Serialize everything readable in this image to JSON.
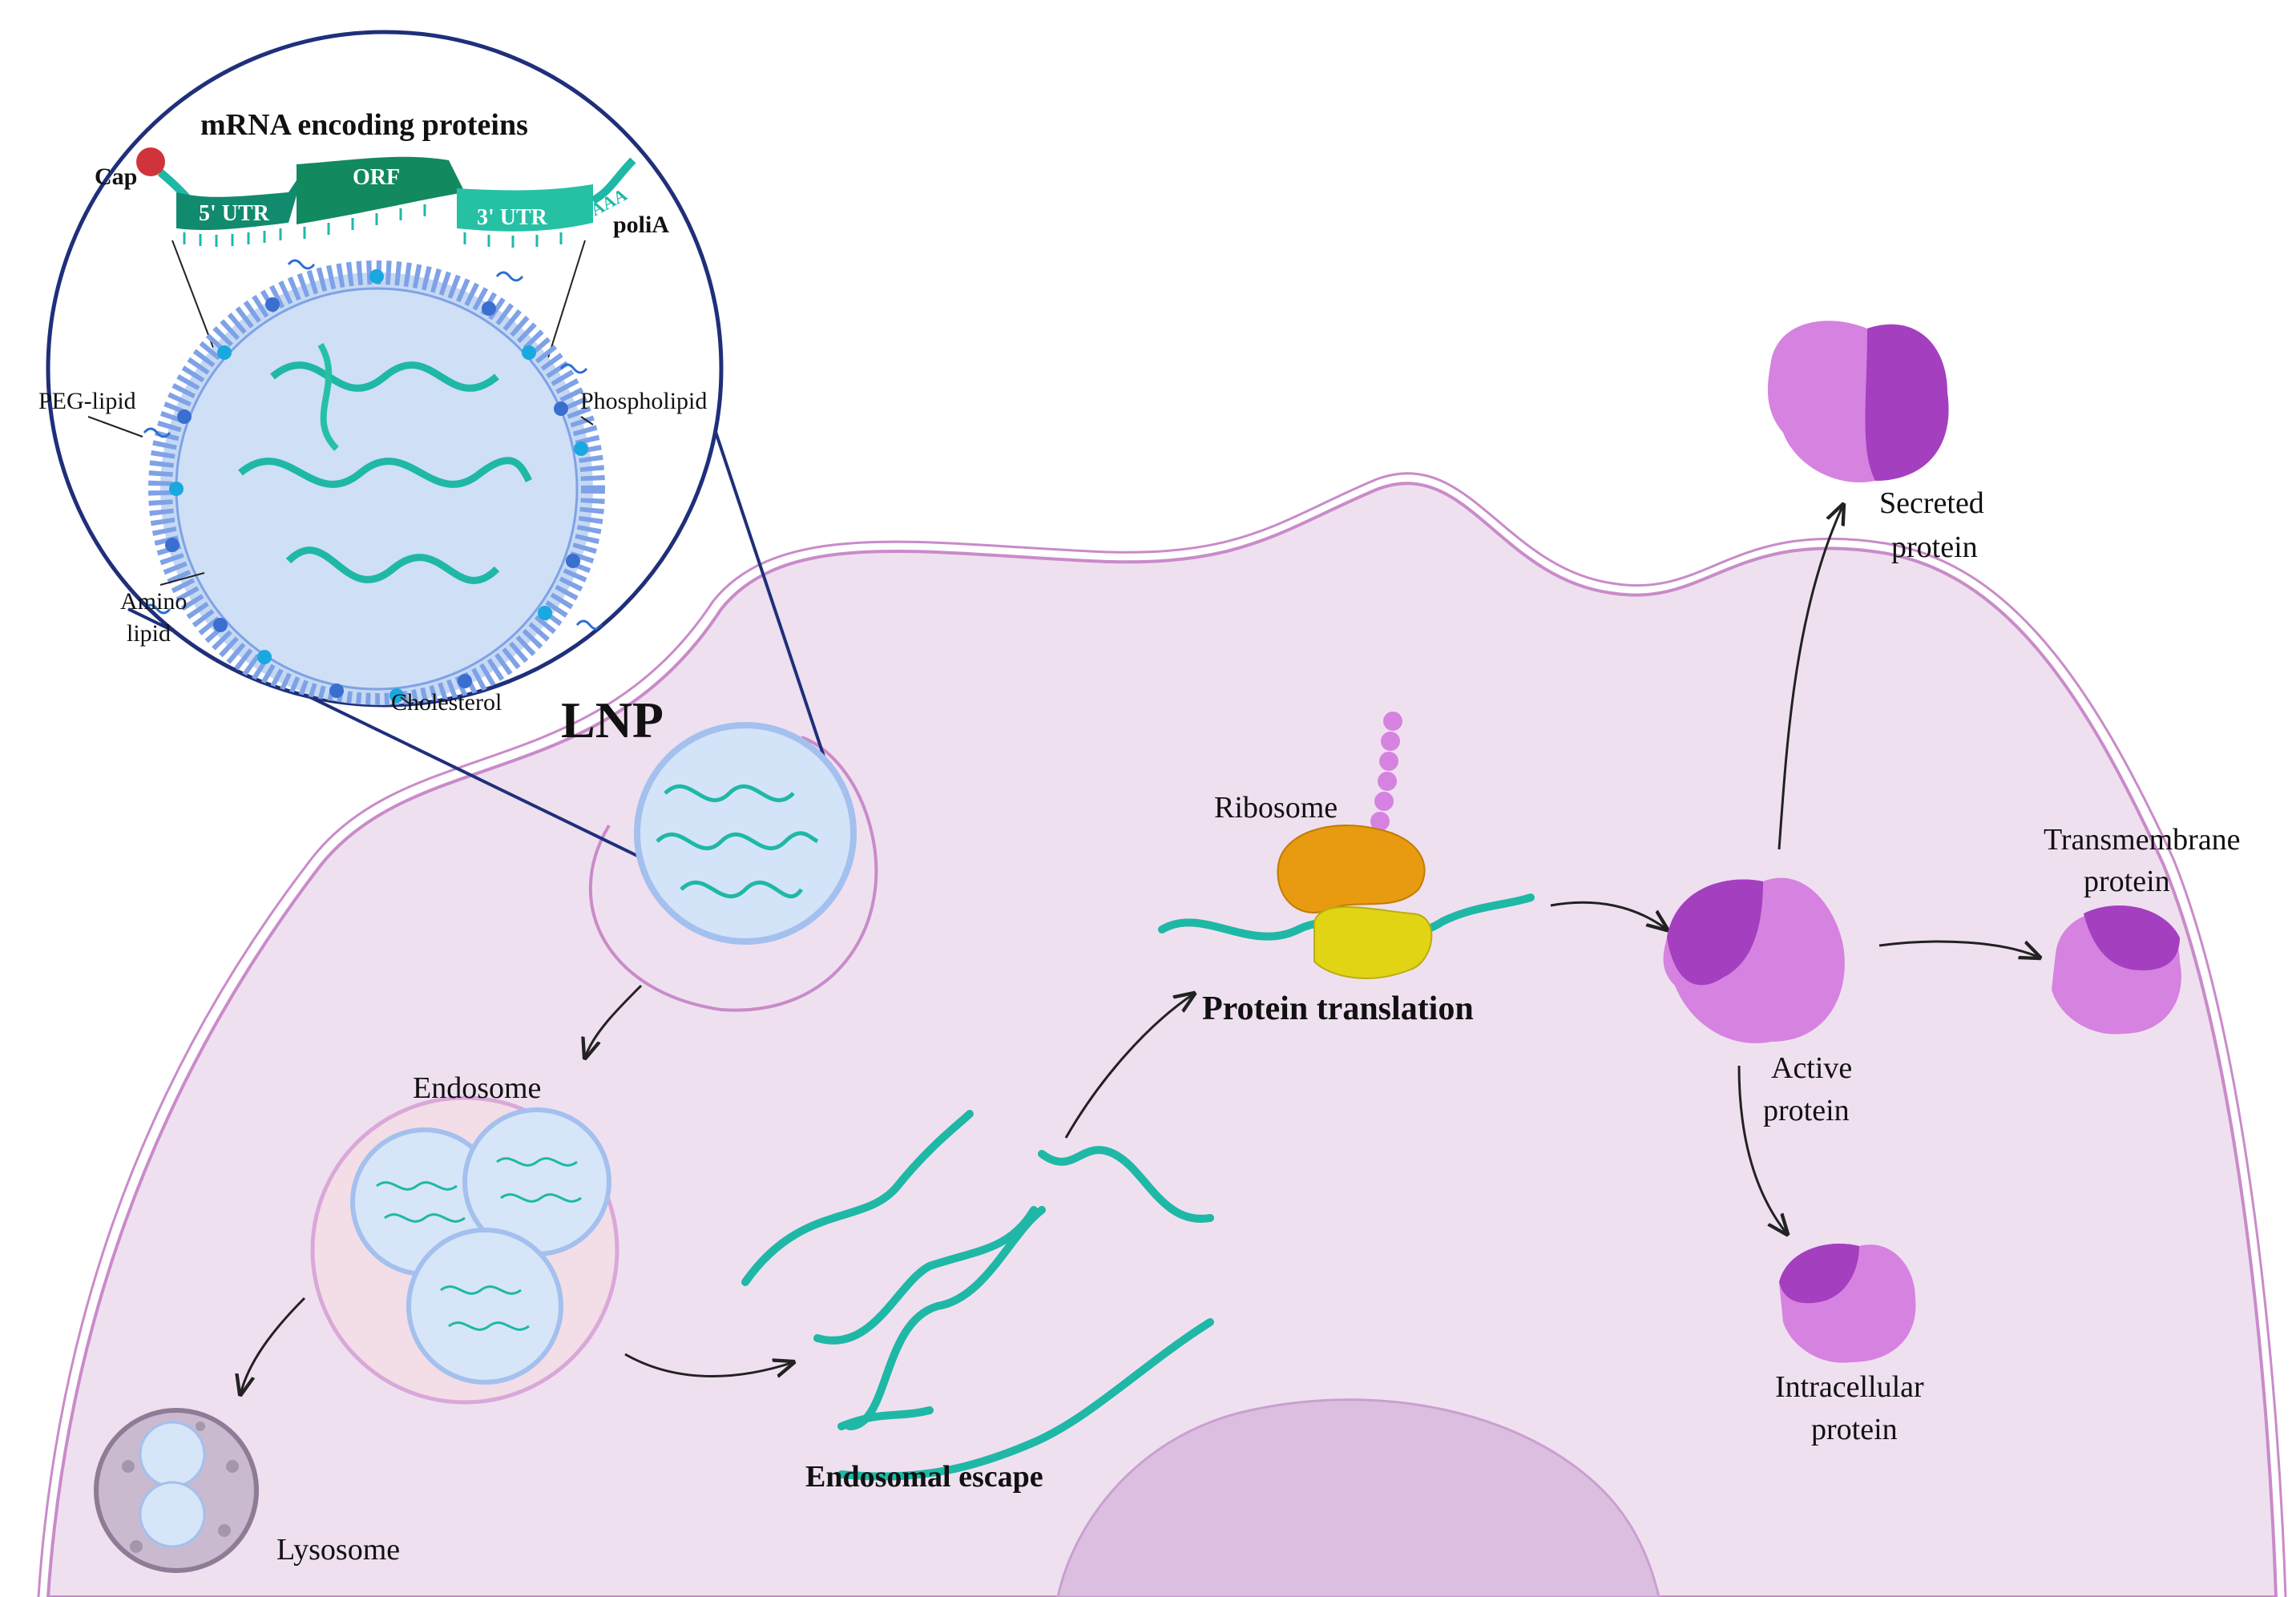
{
  "labels": {
    "mrna_title": "mRNA encoding proteins",
    "cap": "Cap",
    "utr5": "5' UTR",
    "orf": "ORF",
    "utr3": "3' UTR",
    "polia_tail": "AAA",
    "polia": "poliA",
    "peg_lipid": "PEG-lipid",
    "phospholipid": "Phospholipid",
    "amino_lipid_1": "Amino",
    "amino_lipid_2": "lipid",
    "cholesterol": "Cholesterol",
    "lnp": "LNP",
    "endosome": "Endosome",
    "lysosome": "Lysosome",
    "endosomal_escape": "Endosomal escape",
    "ribosome": "Ribosome",
    "protein_translation": "Protein translation",
    "active_protein_1": "Active",
    "active_protein_2": "protein",
    "secreted_protein_1": "Secreted",
    "secreted_protein_2": "protein",
    "transmembrane_protein_1": "Transmembrane",
    "transmembrane_protein_2": "protein",
    "intracellular_protein_1": "Intracellular",
    "intracellular_protein_2": "protein"
  },
  "colors": {
    "cell_fill": "#efe0f0",
    "cell_membrane": "#c98bc9",
    "nucleus": "#dcbfe0",
    "lnp_border": "#1f2f7a",
    "lipid_blue": "#7fa2e6",
    "mrna_teal": "#1fb8a6",
    "mrna_dark": "#118a6e",
    "ribosome_orange": "#e89a10",
    "ribosome_yellow": "#e0d414",
    "protein_purple": "#a43fc0",
    "protein_pink": "#d682e0",
    "cap_red": "#d0343a"
  },
  "icons": [
    "ribosome-icon",
    "protein-icon",
    "mrna-strand-icon",
    "lipid-nanoparticle-icon"
  ]
}
